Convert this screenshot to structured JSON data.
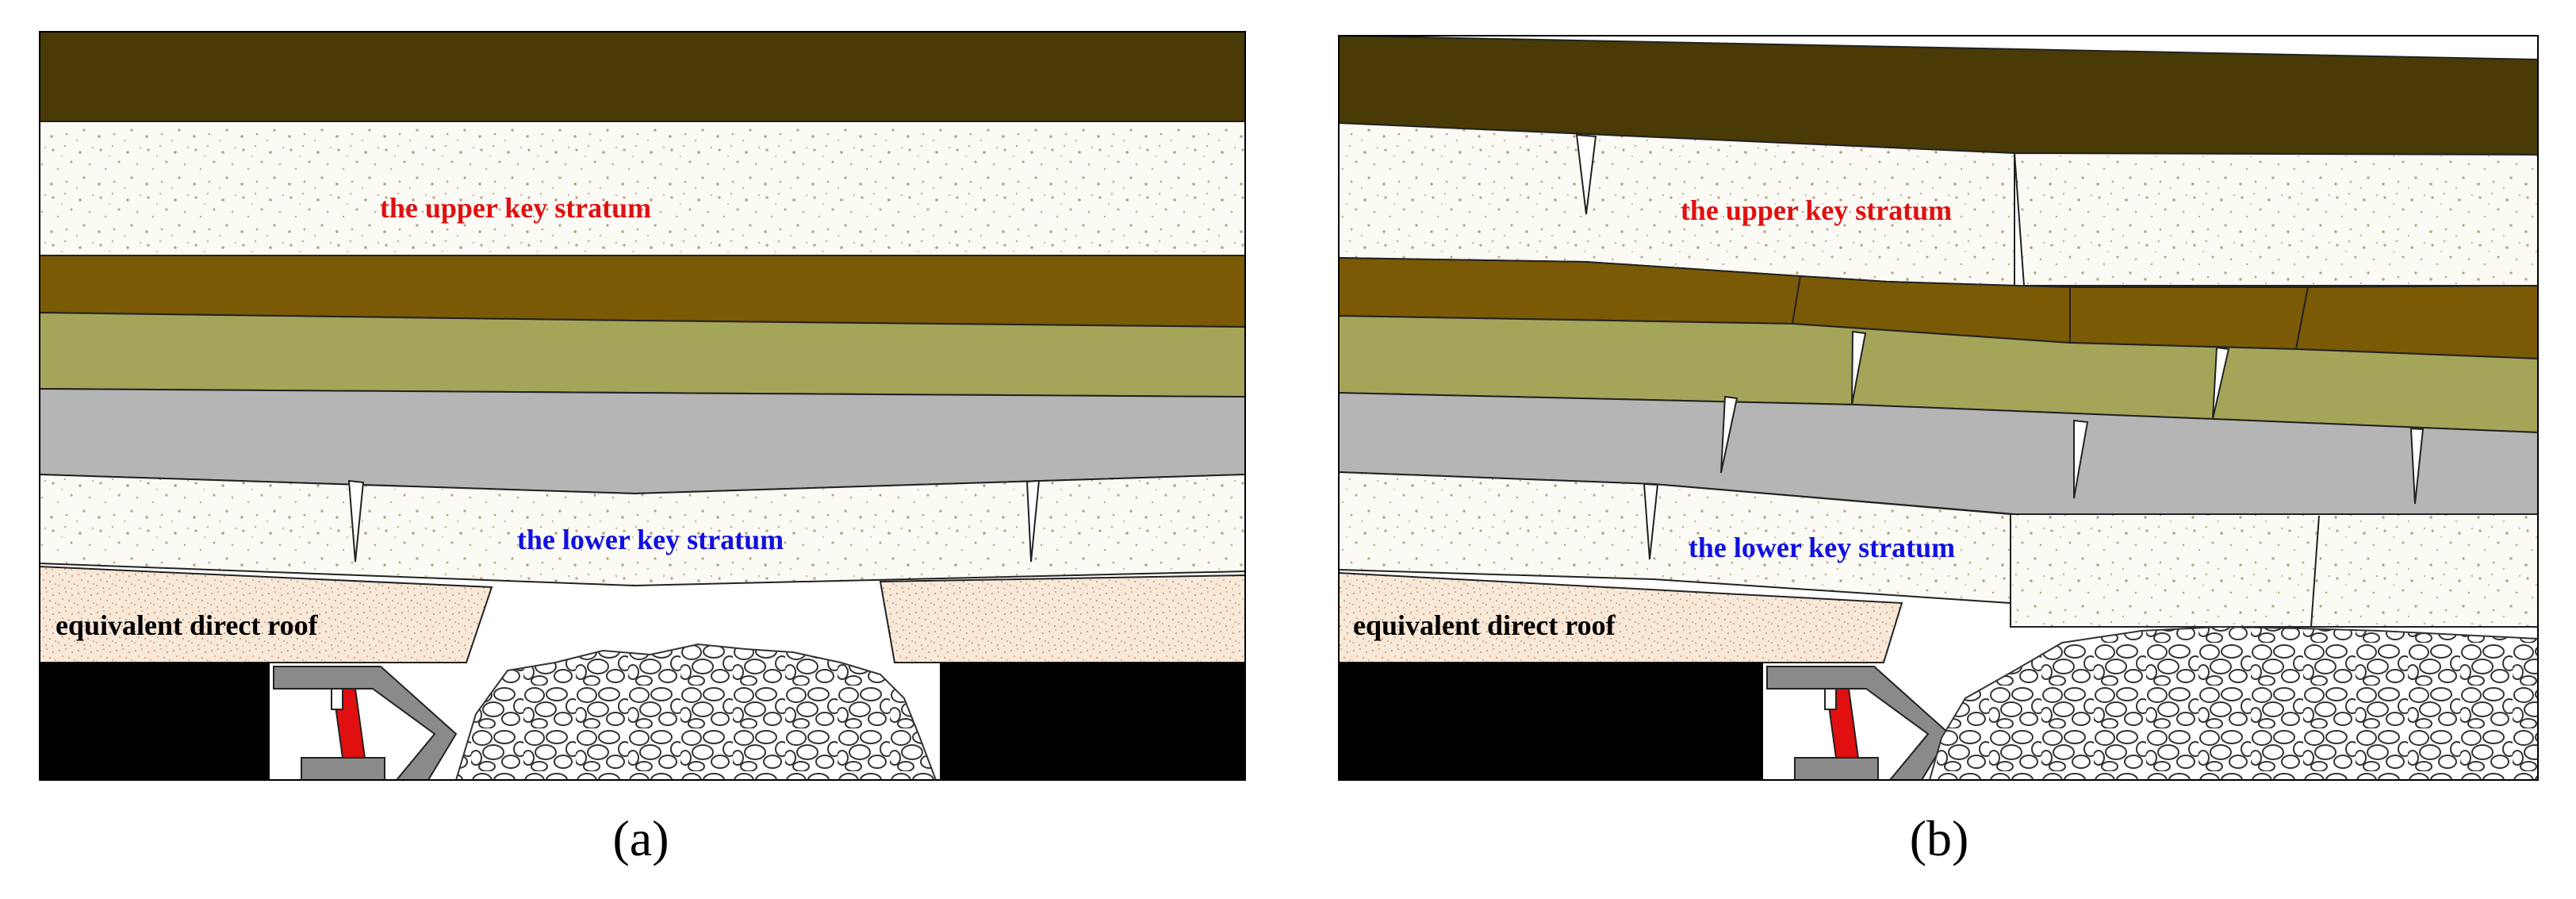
{
  "panels": [
    {
      "id": "a",
      "caption": "(a)",
      "labels": {
        "upper_key_stratum": "the upper key stratum",
        "lower_key_stratum": "the lower key stratum",
        "equivalent_direct_roof": "equivalent direct roof"
      }
    },
    {
      "id": "b",
      "caption": "(b)",
      "labels": {
        "upper_key_stratum": "the upper key stratum",
        "lower_key_stratum": "the lower key stratum",
        "equivalent_direct_roof": "equivalent direct roof"
      }
    }
  ],
  "colors": {
    "top_stratum": "#4a3a05",
    "brown_stratum": "#7b5a06",
    "olive_stratum": "#a5a55a",
    "gray_stratum": "#b5b5b5",
    "sandstone": "#fbfaf4",
    "speckle": "#b7a282",
    "direct_roof": "#f7e8d8",
    "direct_roof_dots": "#c56a3a",
    "coal": "#000000",
    "support": "#8a8a8a",
    "jack": "#e01010",
    "upper_label": "#e01010",
    "lower_label": "#1010e0",
    "roof_label": "#000000"
  }
}
